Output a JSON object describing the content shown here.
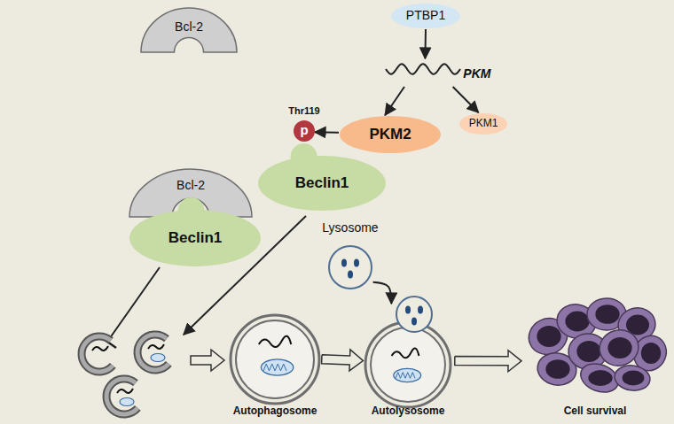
{
  "diagram": {
    "nodes": [
      {
        "text": [
          "PTBP1"
        ]
      },
      {
        "text": [
          "PKM"
        ]
      },
      {
        "text": [
          "Bcl-2"
        ]
      },
      {
        "text": [
          "PKM2"
        ]
      },
      {
        "text": [
          "PKM1"
        ]
      },
      {
        "text": [
          "Thr119",
          "p"
        ]
      },
      {
        "text": [
          "Bcl-2"
        ]
      },
      {
        "text": [
          "Beclin1"
        ]
      },
      {
        "text": [
          "Beclin1"
        ]
      },
      {
        "text": [
          "Lysosome"
        ]
      },
      {
        "text": [
          "Autophagosome"
        ]
      },
      {
        "text": [
          "Autolysosome"
        ]
      },
      {
        "text": [
          "Cell survival"
        ]
      }
    ],
    "edges": [
      {
        "from": 0,
        "to": 1,
        "arrow": "to"
      },
      {
        "from": 1,
        "to": 3,
        "arrow": "to"
      },
      {
        "from": 1,
        "to": 4,
        "arrow": "to"
      },
      {
        "from": 3,
        "to": 5,
        "arrow": "to"
      },
      {
        "from": 10,
        "to": 11,
        "arrow": "to"
      },
      {
        "from": 9,
        "to": 11,
        "arrow": "to"
      },
      {
        "from": 11,
        "to": 12,
        "arrow": "to"
      }
    ]
  }
}
